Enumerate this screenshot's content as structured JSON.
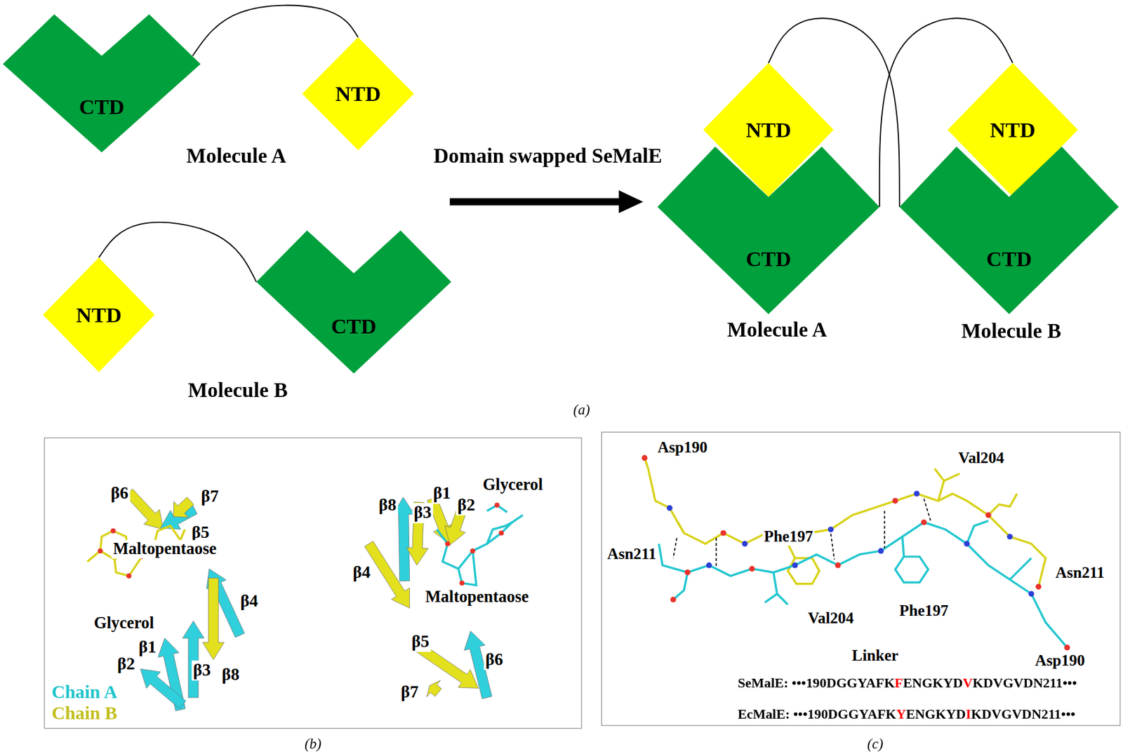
{
  "diagram": {
    "nodes": [
      {
        "text": [
          "CTD"
        ]
      },
      {
        "text": [
          "NTD"
        ]
      },
      {
        "text": [
          "NTD"
        ]
      },
      {
        "text": [
          "CTD"
        ]
      },
      {
        "text": [
          "NTD"
        ]
      },
      {
        "text": [
          "CTD"
        ]
      },
      {
        "text": [
          "NTD"
        ]
      },
      {
        "text": [
          "CTD"
        ]
      }
    ],
    "edges": [
      {
        "from": 0,
        "to": 1,
        "arrow": "none"
      },
      {
        "from": 2,
        "to": 3,
        "arrow": "none"
      },
      {
        "from": 4,
        "to": 7,
        "arrow": "none"
      },
      {
        "from": 6,
        "to": 5,
        "arrow": "none"
      }
    ],
    "labels": [
      "Molecule A",
      "Molecule B",
      "Domain swapped SeMalE",
      "Molecule A",
      "Molecule B",
      "(a)",
      "β6",
      "β7",
      "β5",
      "Maltopentaose",
      "β4",
      "Glycerol",
      "β2",
      "β1",
      "β3",
      "β8",
      "β8",
      "β3",
      "β1",
      "Glycerol",
      "β2",
      "β4",
      "Maltopentaose",
      "β5",
      "β6",
      "β7",
      "(b)",
      "Asp190",
      "Val204",
      "Phe197",
      "Asn211",
      "Val204",
      "Phe197",
      "Asn211",
      "Asp190",
      "Linker",
      "SeMalE: •••190DGGYAFK",
      "F",
      "ENGKYD",
      "V",
      "KDVGVDN211•••",
      "EcMalE: •••190DGGYAFK",
      "Y",
      "ENGKYD",
      "I",
      "KDVGVDN211•••",
      "(c)"
    ],
    "legend": [
      {
        "text": "Chain A",
        "color": "#1fc4cc"
      },
      {
        "text": "Chain B",
        "color": "#c2be1c"
      }
    ]
  }
}
